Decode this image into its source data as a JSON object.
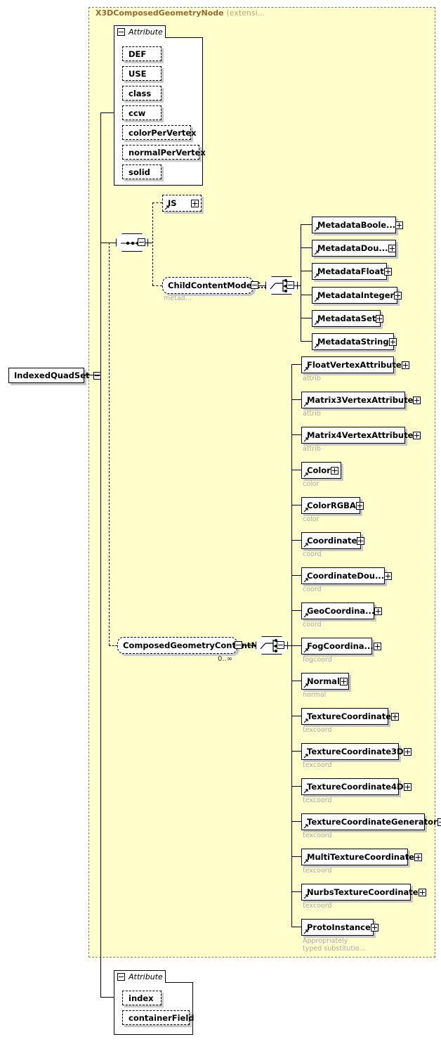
{
  "diagram": {
    "type": "xml-schema-diagram",
    "root_element": {
      "name": "IndexedQuadSet",
      "toggle": "collapse"
    },
    "extension_panel": {
      "base_type": "X3DComposedGeometryNode",
      "base_suffix": "(extensi...",
      "fill_color": "#ffffcc",
      "border_color": "#808080"
    },
    "top_attribute_group": {
      "label": "Attribute",
      "toggle": "collapse",
      "items": [
        {
          "name": "DEF"
        },
        {
          "name": "USE"
        },
        {
          "name": "class"
        },
        {
          "name": "ccw"
        },
        {
          "name": "colorPerVertex"
        },
        {
          "name": "normalPerVertex"
        },
        {
          "name": "solid"
        }
      ]
    },
    "sequence_compositor": {
      "kind": "sequence",
      "toggle": "collapse"
    },
    "sequence_children": [
      {
        "name": "IS",
        "toggle": "plus",
        "style": "dashed",
        "shape": "rect"
      },
      {
        "name": "ChildContentModelC...",
        "toggle": "collapse",
        "style": "dashed",
        "shape": "round",
        "note": "metad..."
      }
    ],
    "child_content_choice": {
      "kind": "choice",
      "toggle": "collapse"
    },
    "metadata_children": [
      {
        "name": "MetadataBoole...",
        "toggle": "plus"
      },
      {
        "name": "MetadataDou...",
        "toggle": "plus"
      },
      {
        "name": "MetadataFloat",
        "toggle": "plus"
      },
      {
        "name": "MetadataInteger",
        "toggle": "plus"
      },
      {
        "name": "MetadataSet",
        "toggle": "plus"
      },
      {
        "name": "MetadataString",
        "toggle": "plus"
      }
    ],
    "composed_geometry_content_model": {
      "name": "ComposedGeometryContentM...",
      "toggle": "collapse",
      "style": "dashed",
      "shape": "round",
      "cardinality": "0..∞"
    },
    "composed_geometry_choice": {
      "kind": "choice",
      "toggle": "collapse"
    },
    "composed_geometry_children": [
      {
        "name": "FloatVertexAttribute",
        "toggle": "plus",
        "note": "attrib"
      },
      {
        "name": "Matrix3VertexAttribute",
        "toggle": "plus",
        "note": "attrib"
      },
      {
        "name": "Matrix4VertexAttribute",
        "toggle": "plus",
        "note": "attrib"
      },
      {
        "name": "Color",
        "toggle": "plus",
        "note": "color"
      },
      {
        "name": "ColorRGBA",
        "toggle": "plus",
        "note": "color"
      },
      {
        "name": "Coordinate",
        "toggle": "plus",
        "note": "coord"
      },
      {
        "name": "CoordinateDou...",
        "toggle": "plus",
        "note": "coord"
      },
      {
        "name": "GeoCoordina...",
        "toggle": "plus",
        "note": "coord"
      },
      {
        "name": "FogCoordina...",
        "toggle": "plus",
        "note": "fogcoord"
      },
      {
        "name": "Normal",
        "toggle": "plus",
        "note": "normal"
      },
      {
        "name": "TextureCoordinate",
        "toggle": "plus",
        "note": "texcoord"
      },
      {
        "name": "TextureCoordinate3D",
        "toggle": "plus",
        "note": "texcoord"
      },
      {
        "name": "TextureCoordinate4D",
        "toggle": "plus",
        "note": "texcoord"
      },
      {
        "name": "TextureCoordinateGenerator",
        "toggle": "plus",
        "note": "texcoord"
      },
      {
        "name": "MultiTextureCoordinate",
        "toggle": "plus",
        "note": "texcoord"
      },
      {
        "name": "NurbsTextureCoordinate",
        "toggle": "plus",
        "note": "texcoord"
      },
      {
        "name": "ProtoInstance",
        "toggle": "plus",
        "note": "Appropriately\ntyped substitutio..."
      }
    ],
    "bottom_attribute_group": {
      "label": "Attribute",
      "toggle": "collapse",
      "items": [
        {
          "name": "index"
        },
        {
          "name": "containerField"
        }
      ]
    }
  }
}
